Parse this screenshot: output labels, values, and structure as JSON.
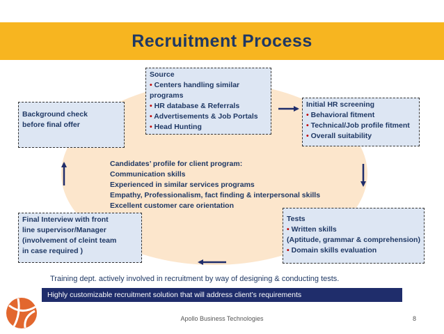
{
  "title": "Recruitment Process",
  "source": {
    "heading": "Source",
    "items": [
      "Centers handling similar programs",
      "HR database & Referrals",
      "Advertisements & Job Portals",
      "Head Hunting"
    ]
  },
  "initial_hr": {
    "heading": "Initial HR screening",
    "items": [
      "Behavioral fitment",
      "Technical/Job profile fitment",
      "Overall suitability"
    ]
  },
  "background_check": {
    "line1": "Background check",
    "line2": "before final offer"
  },
  "candidate_profile": {
    "heading": "Candidates’ profile for client program:",
    "lines": [
      "Communication skills",
      "Experienced in similar services programs",
      "Empathy, Professionalism, fact finding & interpersonal skills",
      "Excellent customer care orientation"
    ]
  },
  "final_interview": {
    "lines": [
      "Final Interview with front",
      "line supervisor/Manager",
      "(involvement of cleint team",
      "in case required )"
    ]
  },
  "tests": {
    "heading": "Tests",
    "item1": "Written skills",
    "line2": "(Aptitude, grammar & comprehension)",
    "item2": "Domain skills evaluation"
  },
  "training_note": "Training dept. actively involved in recruitment by way of designing & conducting tests.",
  "highlight": "Highly customizable recruitment solution that will address client’s requirements",
  "footer": "Apollo Business Technologies",
  "page_number": "8",
  "colors": {
    "title_bar": "#f7b520",
    "title_text": "#1f3864",
    "bullet": "#c00000",
    "box_fill": "#dde6f3",
    "ellipse": "#fce6cc",
    "highlight_bar": "#1f2d6b",
    "logo": "#e2672e"
  }
}
